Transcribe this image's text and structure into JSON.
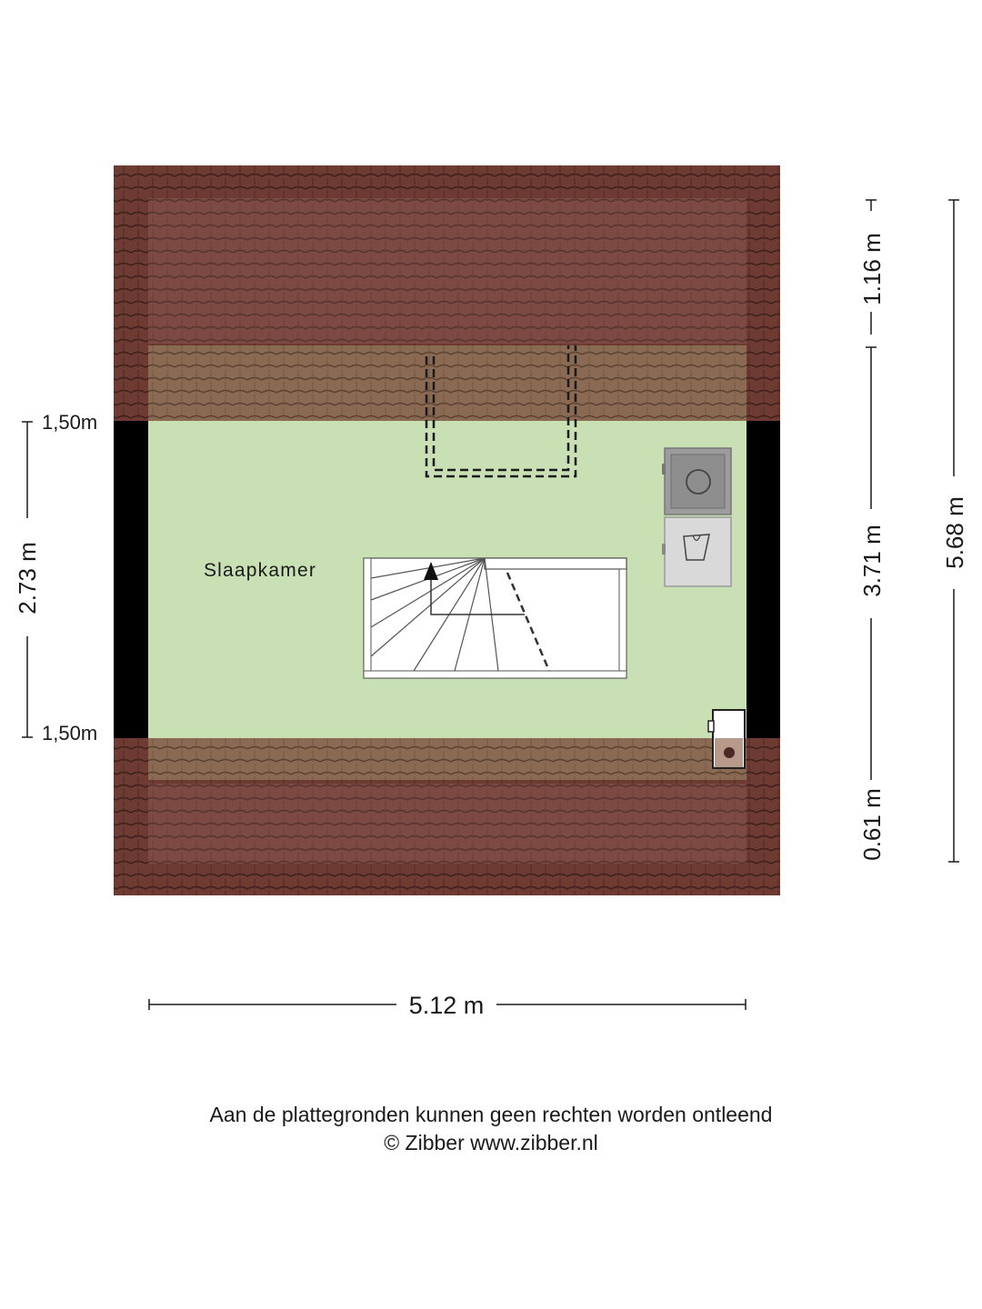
{
  "room": {
    "name": "Slaapkamer"
  },
  "dimensions": {
    "width_total": "5.12 m",
    "depth_total": "5.68 m",
    "depth_top": "1.16 m",
    "depth_middle": "3.71 m",
    "depth_bottom": "0.61 m",
    "room_depth": "2.73 m",
    "height_top": "1,50m",
    "height_bottom": "1,50m"
  },
  "footer": {
    "disclaimer": "Aan de plattegronden kunnen geen rechten worden ontleend",
    "credit": "© Zibber www.zibber.nl"
  },
  "colors": {
    "roof": "#6b3a33",
    "roof_dark": "#4a2420",
    "floor": "#c9e0b4",
    "low_ceiling_zone": "#8a6a52",
    "wall": "#000000",
    "stair": "#ffffff",
    "appliance": "#9a9a9a"
  }
}
